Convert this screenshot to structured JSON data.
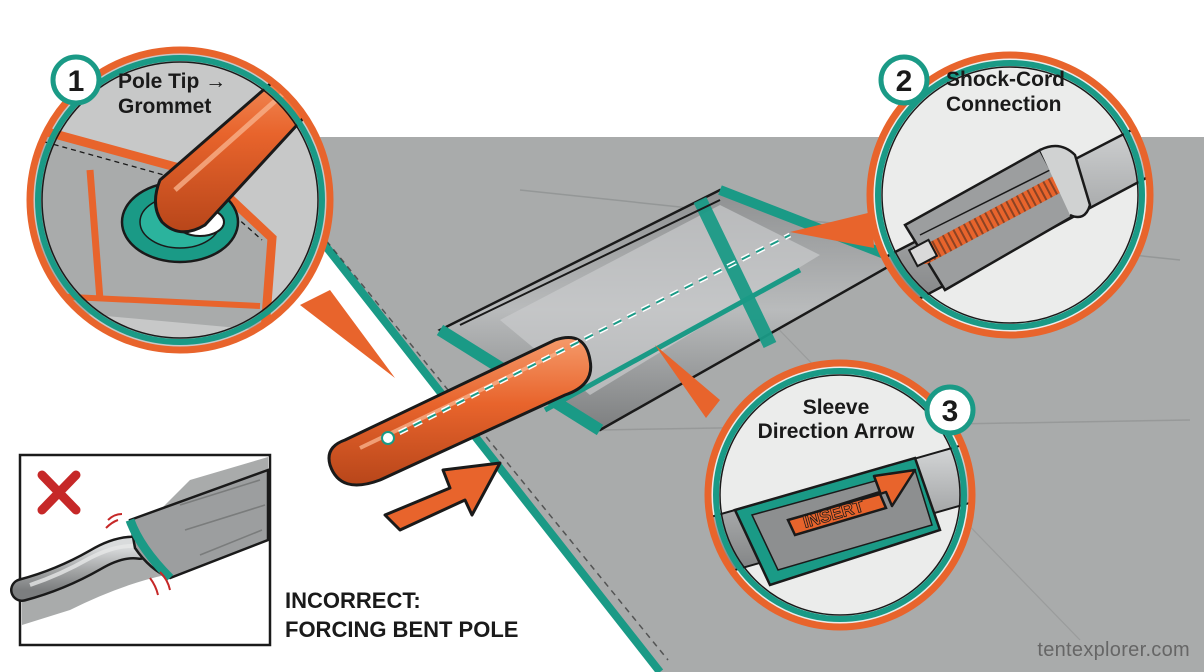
{
  "colors": {
    "orange": "#e8642c",
    "teal": "#1a9a86",
    "grey_fabric": "#a9abab",
    "dark_outline": "#1a1a1a",
    "red_x": "#c62828"
  },
  "callouts": [
    {
      "number": "1",
      "line1": "Pole Tip →",
      "line2": "Grommet"
    },
    {
      "number": "2",
      "line1": "Shock-Cord",
      "line2": "Connection"
    },
    {
      "number": "3",
      "line1": "Sleeve",
      "line2": "Direction Arrow"
    }
  ],
  "sleeve_arrow_text": "INSERT",
  "incorrect": {
    "icon": "x-mark-icon",
    "line1": "INCORRECT:",
    "line2": "FORCING BENT POLE"
  },
  "watermark": "tentexplorer.com"
}
